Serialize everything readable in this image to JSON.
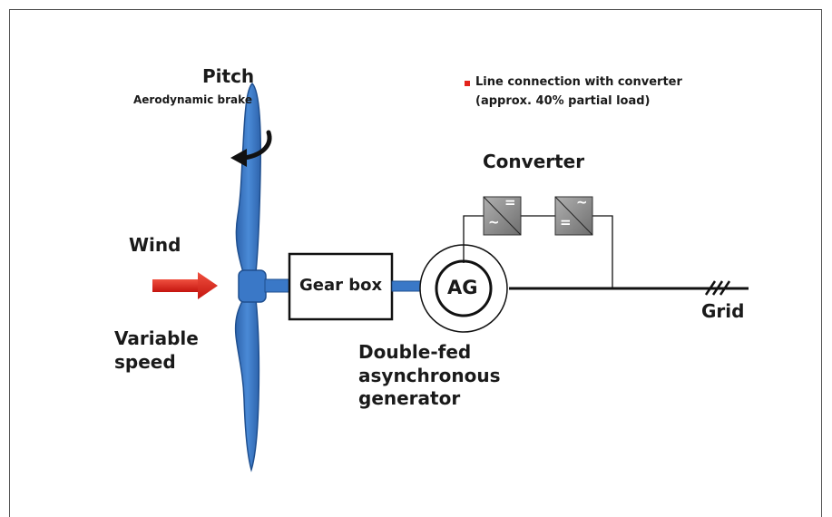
{
  "labels": {
    "pitch": "Pitch",
    "aero_brake": "Aerodynamic brake",
    "wind": "Wind",
    "variable_speed": "Variable\nspeed",
    "gear_box": "Gear box",
    "generator_symbol": "AG",
    "generator_desc": "Double-fed\nasynchronous\ngenerator",
    "converter": "Converter",
    "grid": "Grid"
  },
  "legend": {
    "line1": "Line connection with converter",
    "line2": "(approx. 40% partial load)",
    "marker_color": "#e3231b"
  },
  "converter_blocks": [
    {
      "top_symbol": "=",
      "bottom_symbol": "~"
    },
    {
      "top_symbol": "~",
      "bottom_symbol": "="
    }
  ],
  "colors": {
    "blade": "#3a78c7",
    "blade_dark": "#1f4f8f",
    "arrow": "#e3231b",
    "converter_fill": "#8a8a8a",
    "line": "#1a1a1a"
  },
  "icons": {
    "rotation": "curved-arrow-icon",
    "wind": "right-arrow-icon"
  }
}
